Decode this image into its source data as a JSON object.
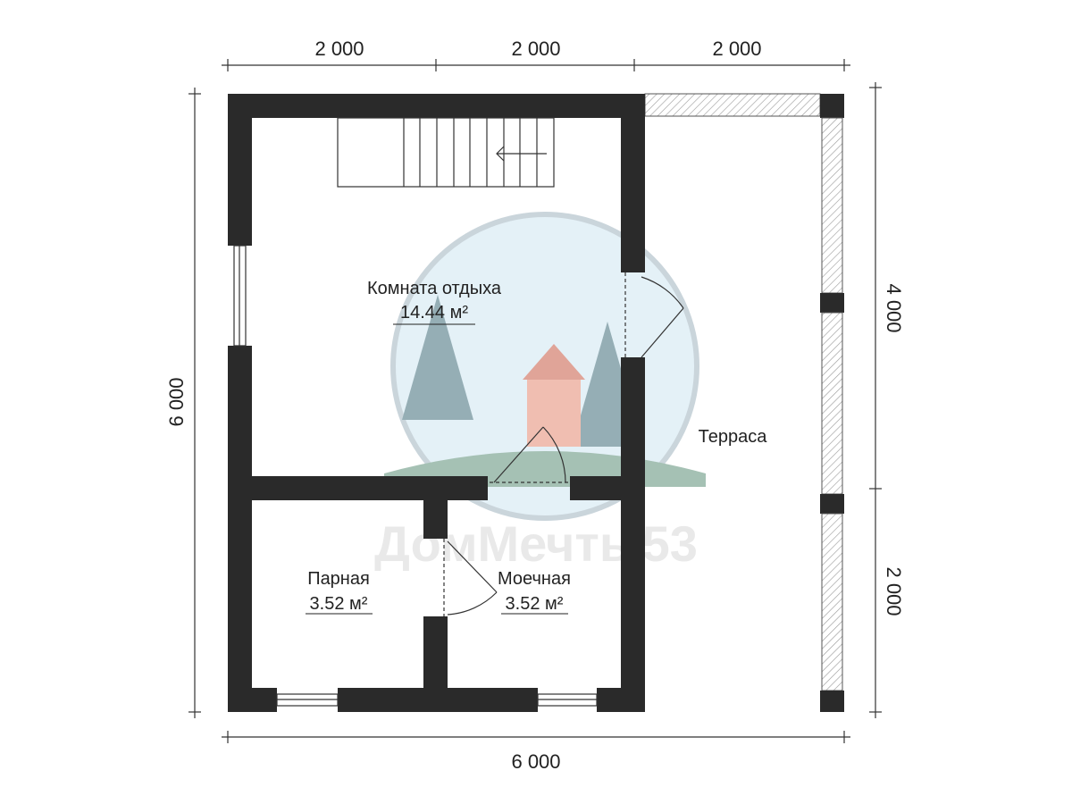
{
  "dimensions": {
    "top": [
      "2 000",
      "2 000",
      "2 000"
    ],
    "left": "6 000",
    "right": [
      "4 000",
      "2 000"
    ],
    "bottom": "6 000"
  },
  "rooms": [
    {
      "name": "Комната отдыха",
      "area": "14.44 м²"
    },
    {
      "name": "Парная",
      "area": "3.52 м²"
    },
    {
      "name": "Моечная",
      "area": "3.52 м²"
    },
    {
      "name": "Терраса"
    }
  ],
  "watermark": "ДомМечты53"
}
